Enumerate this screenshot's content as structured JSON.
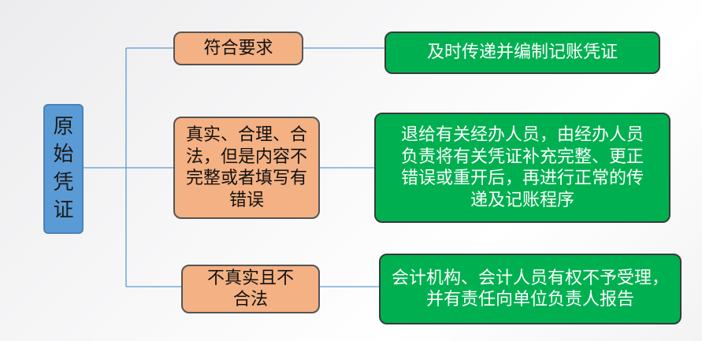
{
  "root": {
    "label": "原始凭证"
  },
  "branches": [
    {
      "condition": "符合要求",
      "action": "及时传递并编制记账凭证"
    },
    {
      "condition": "真实、合理、合法，但是内容不完整或者填写有错误",
      "action": "退给有关经办人员，由经办人员负责将有关凭证补充完整、更正错误或重开后，再进行正常的传递及记账程序"
    },
    {
      "condition": "不真实且不合法",
      "action": "会计机构、会计人员有权不予受理，并有责任向单位负责人报告"
    }
  ],
  "colors": {
    "root": "#5b9bd5",
    "condition": "#f4b183",
    "action": "#00b050",
    "connector": "#5b9bd5"
  }
}
